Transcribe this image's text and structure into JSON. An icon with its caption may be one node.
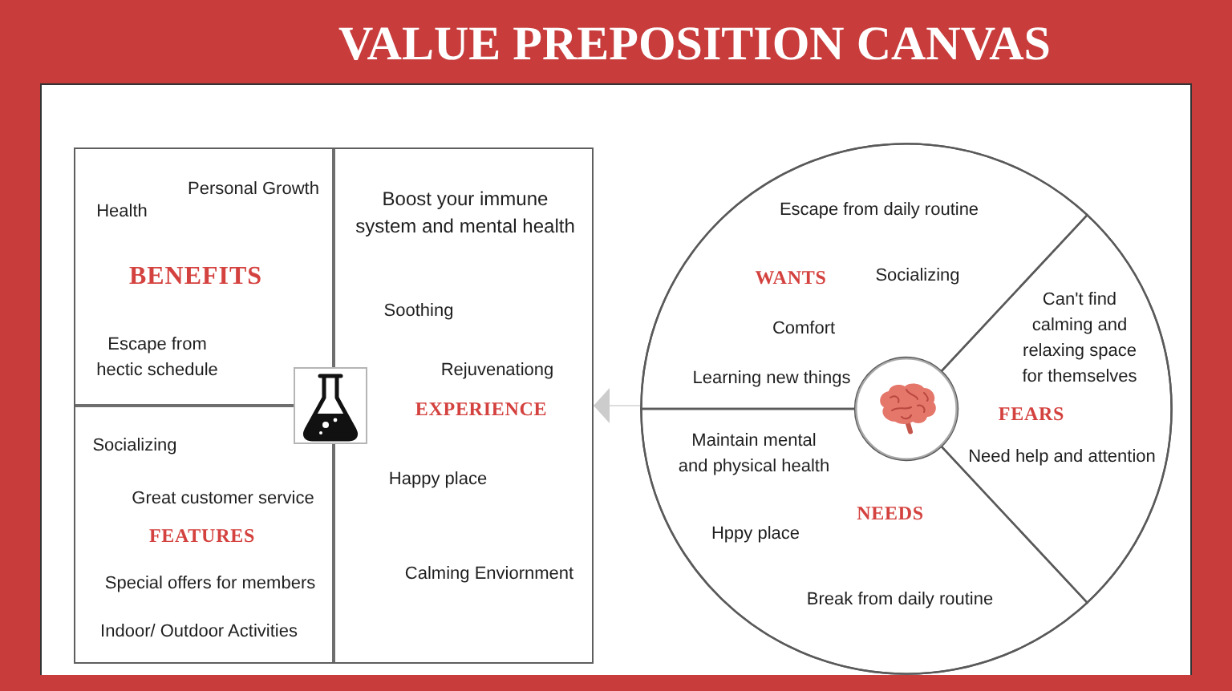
{
  "diagram": {
    "title": "VALUE PREPOSITION CANVAS",
    "nodes": [
      {
        "text": [],
        "shape": "box"
      },
      {
        "text": [
          "Personal Growth",
          "Health",
          "BENEFITS",
          "Escape from hectic schedule"
        ],
        "in": 0
      },
      {
        "text": [
          "Boost your immune system and mental health",
          "Soothing",
          "Rejuvenationg",
          "EXPERIENCE",
          "Happy place",
          "Calming Enviornment"
        ],
        "in": 0
      },
      {
        "text": [
          "Socializing",
          "Great customer service",
          "FEATURES",
          "Special offers for members",
          "Indoor/ Outdoor Activities"
        ],
        "in": 0
      },
      {
        "text": [],
        "shape": "circle"
      },
      {
        "text": [
          "Escape from daily routine",
          "WANTS",
          "Socializing",
          "Comfort",
          "Learning new things"
        ],
        "in": 4
      },
      {
        "text": [
          "Can't find calming and relaxing space for themselves",
          "FEARS",
          "Need help and attention"
        ],
        "in": 4
      },
      {
        "text": [
          "Maintain mental and physical health",
          "NEEDS",
          "Hppy place",
          "Break from daily routine"
        ],
        "in": 4
      }
    ],
    "edges": [
      {
        "from": 4,
        "to": 0,
        "arrow": "to"
      }
    ]
  }
}
